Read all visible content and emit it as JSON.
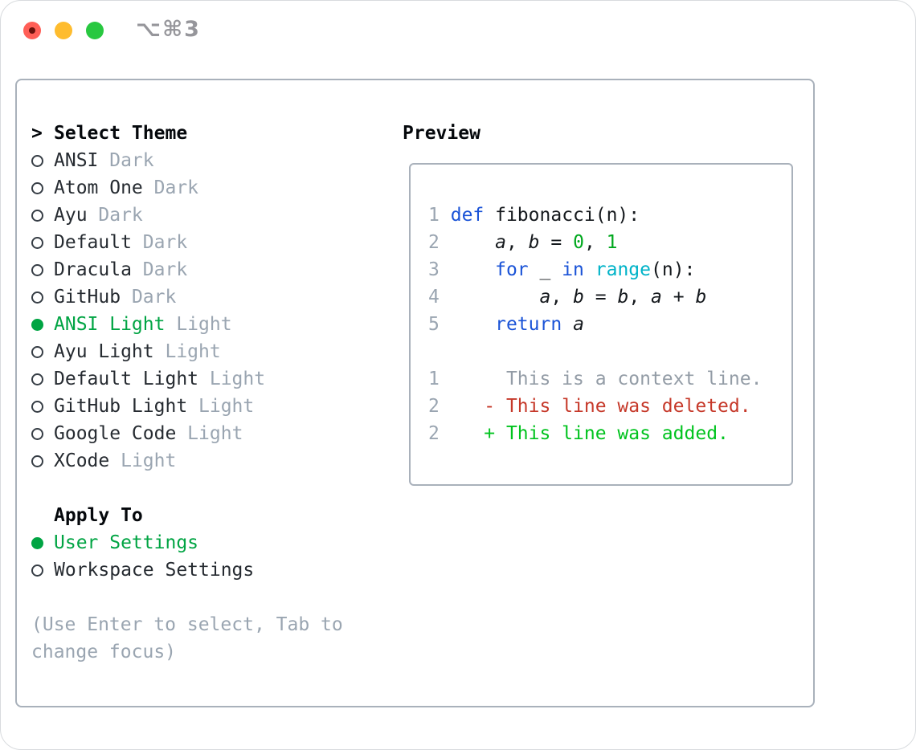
{
  "window": {
    "title": "⌥⌘3"
  },
  "theme_panel": {
    "header": {
      "prompt": ">",
      "label": "Select Theme"
    },
    "themes": [
      {
        "name": "ANSI",
        "variant": "Dark",
        "selected": false
      },
      {
        "name": "Atom One",
        "variant": "Dark",
        "selected": false
      },
      {
        "name": "Ayu",
        "variant": "Dark",
        "selected": false
      },
      {
        "name": "Default",
        "variant": "Dark",
        "selected": false
      },
      {
        "name": "Dracula",
        "variant": "Dark",
        "selected": false
      },
      {
        "name": "GitHub",
        "variant": "Dark",
        "selected": false
      },
      {
        "name": "ANSI Light",
        "variant": "Light",
        "selected": true
      },
      {
        "name": "Ayu Light",
        "variant": "Light",
        "selected": false
      },
      {
        "name": "Default Light",
        "variant": "Light",
        "selected": false
      },
      {
        "name": "GitHub Light",
        "variant": "Light",
        "selected": false
      },
      {
        "name": "Google Code",
        "variant": "Light",
        "selected": false
      },
      {
        "name": "XCode",
        "variant": "Light",
        "selected": false
      }
    ],
    "apply_to": {
      "label": "Apply To",
      "options": [
        {
          "name": "User Settings",
          "selected": true
        },
        {
          "name": "Workspace Settings",
          "selected": false
        }
      ]
    },
    "hint_lines": [
      "(Use Enter to select, Tab to",
      "change focus)"
    ]
  },
  "preview": {
    "label": "Preview",
    "code_lines": [
      {
        "num": "1",
        "tokens": [
          {
            "t": "def",
            "c": "kw"
          },
          {
            "t": " fibonacci(n):",
            "c": "fg"
          }
        ]
      },
      {
        "num": "2",
        "tokens": [
          {
            "t": "    ",
            "c": "fg"
          },
          {
            "t": "a",
            "c": "var"
          },
          {
            "t": ", ",
            "c": "fg"
          },
          {
            "t": "b",
            "c": "var"
          },
          {
            "t": " = ",
            "c": "fg"
          },
          {
            "t": "0",
            "c": "num"
          },
          {
            "t": ", ",
            "c": "fg"
          },
          {
            "t": "1",
            "c": "num"
          }
        ]
      },
      {
        "num": "3",
        "tokens": [
          {
            "t": "    ",
            "c": "fg"
          },
          {
            "t": "for",
            "c": "kw"
          },
          {
            "t": " _ ",
            "c": "fg"
          },
          {
            "t": "in",
            "c": "kw"
          },
          {
            "t": " ",
            "c": "fg"
          },
          {
            "t": "range",
            "c": "builtin"
          },
          {
            "t": "(n):",
            "c": "fg"
          }
        ]
      },
      {
        "num": "4",
        "tokens": [
          {
            "t": "        ",
            "c": "fg"
          },
          {
            "t": "a",
            "c": "var"
          },
          {
            "t": ", ",
            "c": "fg"
          },
          {
            "t": "b",
            "c": "var"
          },
          {
            "t": " = ",
            "c": "fg"
          },
          {
            "t": "b",
            "c": "var"
          },
          {
            "t": ", ",
            "c": "fg"
          },
          {
            "t": "a",
            "c": "var"
          },
          {
            "t": " + ",
            "c": "fg"
          },
          {
            "t": "b",
            "c": "var"
          }
        ]
      },
      {
        "num": "5",
        "tokens": [
          {
            "t": "    ",
            "c": "fg"
          },
          {
            "t": "return",
            "c": "kw"
          },
          {
            "t": " ",
            "c": "fg"
          },
          {
            "t": "a",
            "c": "var"
          }
        ]
      }
    ],
    "diff_lines": [
      {
        "num": "1",
        "marker": " ",
        "text": "This is a context line.",
        "type": "context"
      },
      {
        "num": "2",
        "marker": "-",
        "text": "This line was deleted.",
        "type": "deleted"
      },
      {
        "num": "2",
        "marker": "+",
        "text": "This line was added.",
        "type": "added"
      }
    ]
  },
  "colors": {
    "accent_green": "#00a443",
    "muted_gray": "#9aa5b1",
    "keyword_blue": "#1a53d7",
    "builtin_cyan": "#00b3c8",
    "number_green": "#00a81e",
    "diff_red": "#c6392a",
    "diff_add_green": "#00c31e",
    "border_gray": "#a9b1bb"
  }
}
